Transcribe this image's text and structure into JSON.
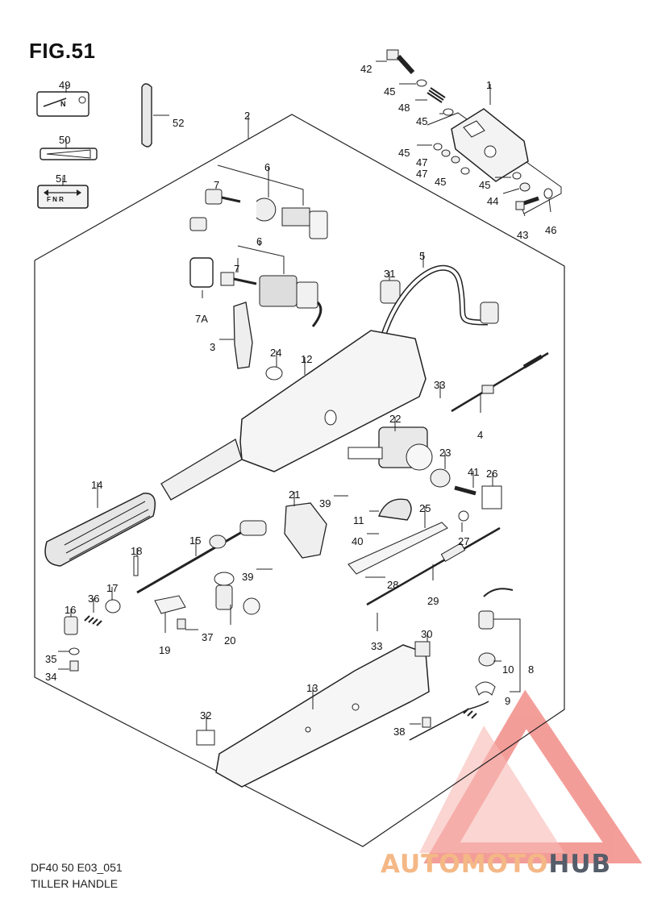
{
  "figure": {
    "title": "FIG.51"
  },
  "footer": {
    "code": "DF40 50 E03_051",
    "caption": "TILLER HANDLE"
  },
  "watermark": {
    "brand_part1": "AUTOMOTO",
    "brand_part2": "HUB"
  },
  "labels": {
    "n_mark": "N",
    "shift_fnr": "F  N  R"
  },
  "callouts": [
    {
      "id": "c49",
      "label": "49"
    },
    {
      "id": "c50",
      "label": "50"
    },
    {
      "id": "c51",
      "label": "51"
    },
    {
      "id": "c52",
      "label": "52"
    },
    {
      "id": "c2",
      "label": "2"
    },
    {
      "id": "c42",
      "label": "42"
    },
    {
      "id": "c1",
      "label": "1"
    },
    {
      "id": "c45a",
      "label": "45"
    },
    {
      "id": "c48",
      "label": "48"
    },
    {
      "id": "c45b",
      "label": "45"
    },
    {
      "id": "c45c",
      "label": "45"
    },
    {
      "id": "c47a",
      "label": "47"
    },
    {
      "id": "c47b",
      "label": "47"
    },
    {
      "id": "c45d",
      "label": "45"
    },
    {
      "id": "c45e",
      "label": "45"
    },
    {
      "id": "c44",
      "label": "44"
    },
    {
      "id": "c43",
      "label": "43"
    },
    {
      "id": "c46",
      "label": "46"
    },
    {
      "id": "c6a",
      "label": "6"
    },
    {
      "id": "c7a",
      "label": "7"
    },
    {
      "id": "c6b",
      "label": "6"
    },
    {
      "id": "c7b",
      "label": "7"
    },
    {
      "id": "c7A",
      "label": "7A"
    },
    {
      "id": "c31",
      "label": "31"
    },
    {
      "id": "c5",
      "label": "5"
    },
    {
      "id": "c3",
      "label": "3"
    },
    {
      "id": "c24",
      "label": "24"
    },
    {
      "id": "c12",
      "label": "12"
    },
    {
      "id": "c33a",
      "label": "33"
    },
    {
      "id": "c4",
      "label": "4"
    },
    {
      "id": "c22",
      "label": "22"
    },
    {
      "id": "c23",
      "label": "23"
    },
    {
      "id": "c41",
      "label": "41"
    },
    {
      "id": "c26",
      "label": "26"
    },
    {
      "id": "c14",
      "label": "14"
    },
    {
      "id": "c21",
      "label": "21"
    },
    {
      "id": "c39a",
      "label": "39"
    },
    {
      "id": "c11",
      "label": "11"
    },
    {
      "id": "c25",
      "label": "25"
    },
    {
      "id": "c27",
      "label": "27"
    },
    {
      "id": "c40",
      "label": "40"
    },
    {
      "id": "c15",
      "label": "15"
    },
    {
      "id": "c18",
      "label": "18"
    },
    {
      "id": "c39b",
      "label": "39"
    },
    {
      "id": "c28",
      "label": "28"
    },
    {
      "id": "c29",
      "label": "29"
    },
    {
      "id": "c17",
      "label": "17"
    },
    {
      "id": "c36",
      "label": "36"
    },
    {
      "id": "c16",
      "label": "16"
    },
    {
      "id": "c37",
      "label": "37"
    },
    {
      "id": "c19",
      "label": "19"
    },
    {
      "id": "c20",
      "label": "20"
    },
    {
      "id": "c35",
      "label": "35"
    },
    {
      "id": "c34",
      "label": "34"
    },
    {
      "id": "c33b",
      "label": "33"
    },
    {
      "id": "c30",
      "label": "30"
    },
    {
      "id": "c10",
      "label": "10"
    },
    {
      "id": "c8",
      "label": "8"
    },
    {
      "id": "c13",
      "label": "13"
    },
    {
      "id": "c9",
      "label": "9"
    },
    {
      "id": "c32",
      "label": "32"
    },
    {
      "id": "c38",
      "label": "38"
    }
  ]
}
